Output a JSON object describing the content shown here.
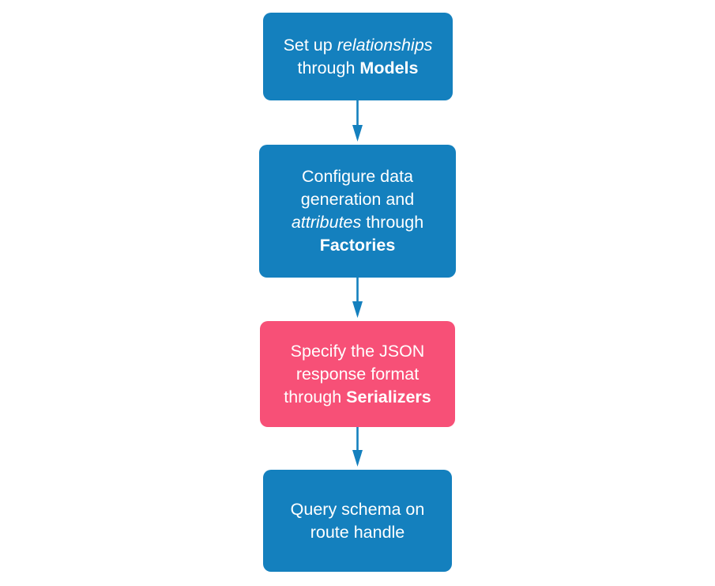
{
  "diagram": {
    "background": "#ffffff",
    "colors": {
      "blue": "#1480be",
      "pink": "#f75077",
      "arrow": "#1480be",
      "text": "#ffffff"
    },
    "nodes": [
      {
        "name": "models",
        "fill": "blue",
        "lines": [
          {
            "segments": [
              {
                "text": "Set up ",
                "style": "normal"
              },
              {
                "text": "relationships",
                "style": "italic"
              }
            ]
          },
          {
            "segments": [
              {
                "text": "through ",
                "style": "normal"
              },
              {
                "text": "Models",
                "style": "bold"
              }
            ]
          }
        ]
      },
      {
        "name": "factories",
        "fill": "blue",
        "lines": [
          {
            "segments": [
              {
                "text": "Configure data",
                "style": "normal"
              }
            ]
          },
          {
            "segments": [
              {
                "text": "generation and",
                "style": "normal"
              }
            ]
          },
          {
            "segments": [
              {
                "text": "attributes",
                "style": "italic"
              },
              {
                "text": " through",
                "style": "normal"
              }
            ]
          },
          {
            "segments": [
              {
                "text": "Factories",
                "style": "bold"
              }
            ]
          }
        ]
      },
      {
        "name": "serializers",
        "fill": "pink",
        "lines": [
          {
            "segments": [
              {
                "text": "Specify the JSON",
                "style": "normal"
              }
            ]
          },
          {
            "segments": [
              {
                "text": "response format",
                "style": "normal"
              }
            ]
          },
          {
            "segments": [
              {
                "text": "through ",
                "style": "normal"
              },
              {
                "text": "Serializers",
                "style": "bold"
              }
            ]
          }
        ]
      },
      {
        "name": "route-handle",
        "fill": "blue",
        "lines": [
          {
            "segments": [
              {
                "text": "Query schema on",
                "style": "normal"
              }
            ]
          },
          {
            "segments": [
              {
                "text": "route handle",
                "style": "normal"
              }
            ]
          }
        ]
      }
    ],
    "connectors": [
      {
        "from": "models",
        "to": "factories"
      },
      {
        "from": "factories",
        "to": "serializers"
      },
      {
        "from": "serializers",
        "to": "route-handle"
      }
    ]
  }
}
